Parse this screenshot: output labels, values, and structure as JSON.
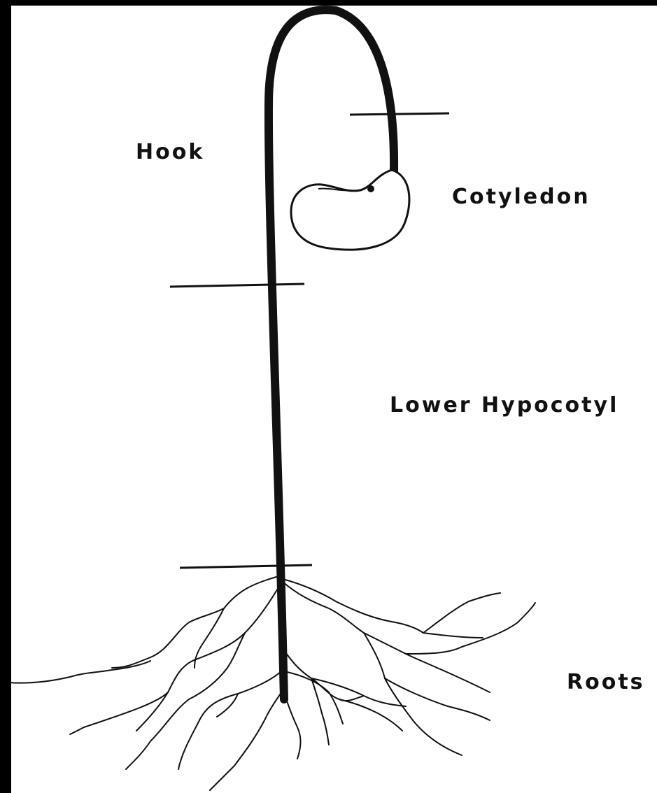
{
  "diagram": {
    "labels": {
      "hook": "Hook",
      "cotyledon": "Cotyledon",
      "lower_hypocotyl": "Lower Hypocotyl",
      "roots": "Roots"
    },
    "colors": {
      "background": "#000000",
      "paper": "#ffffff",
      "ink": "#111111"
    }
  }
}
